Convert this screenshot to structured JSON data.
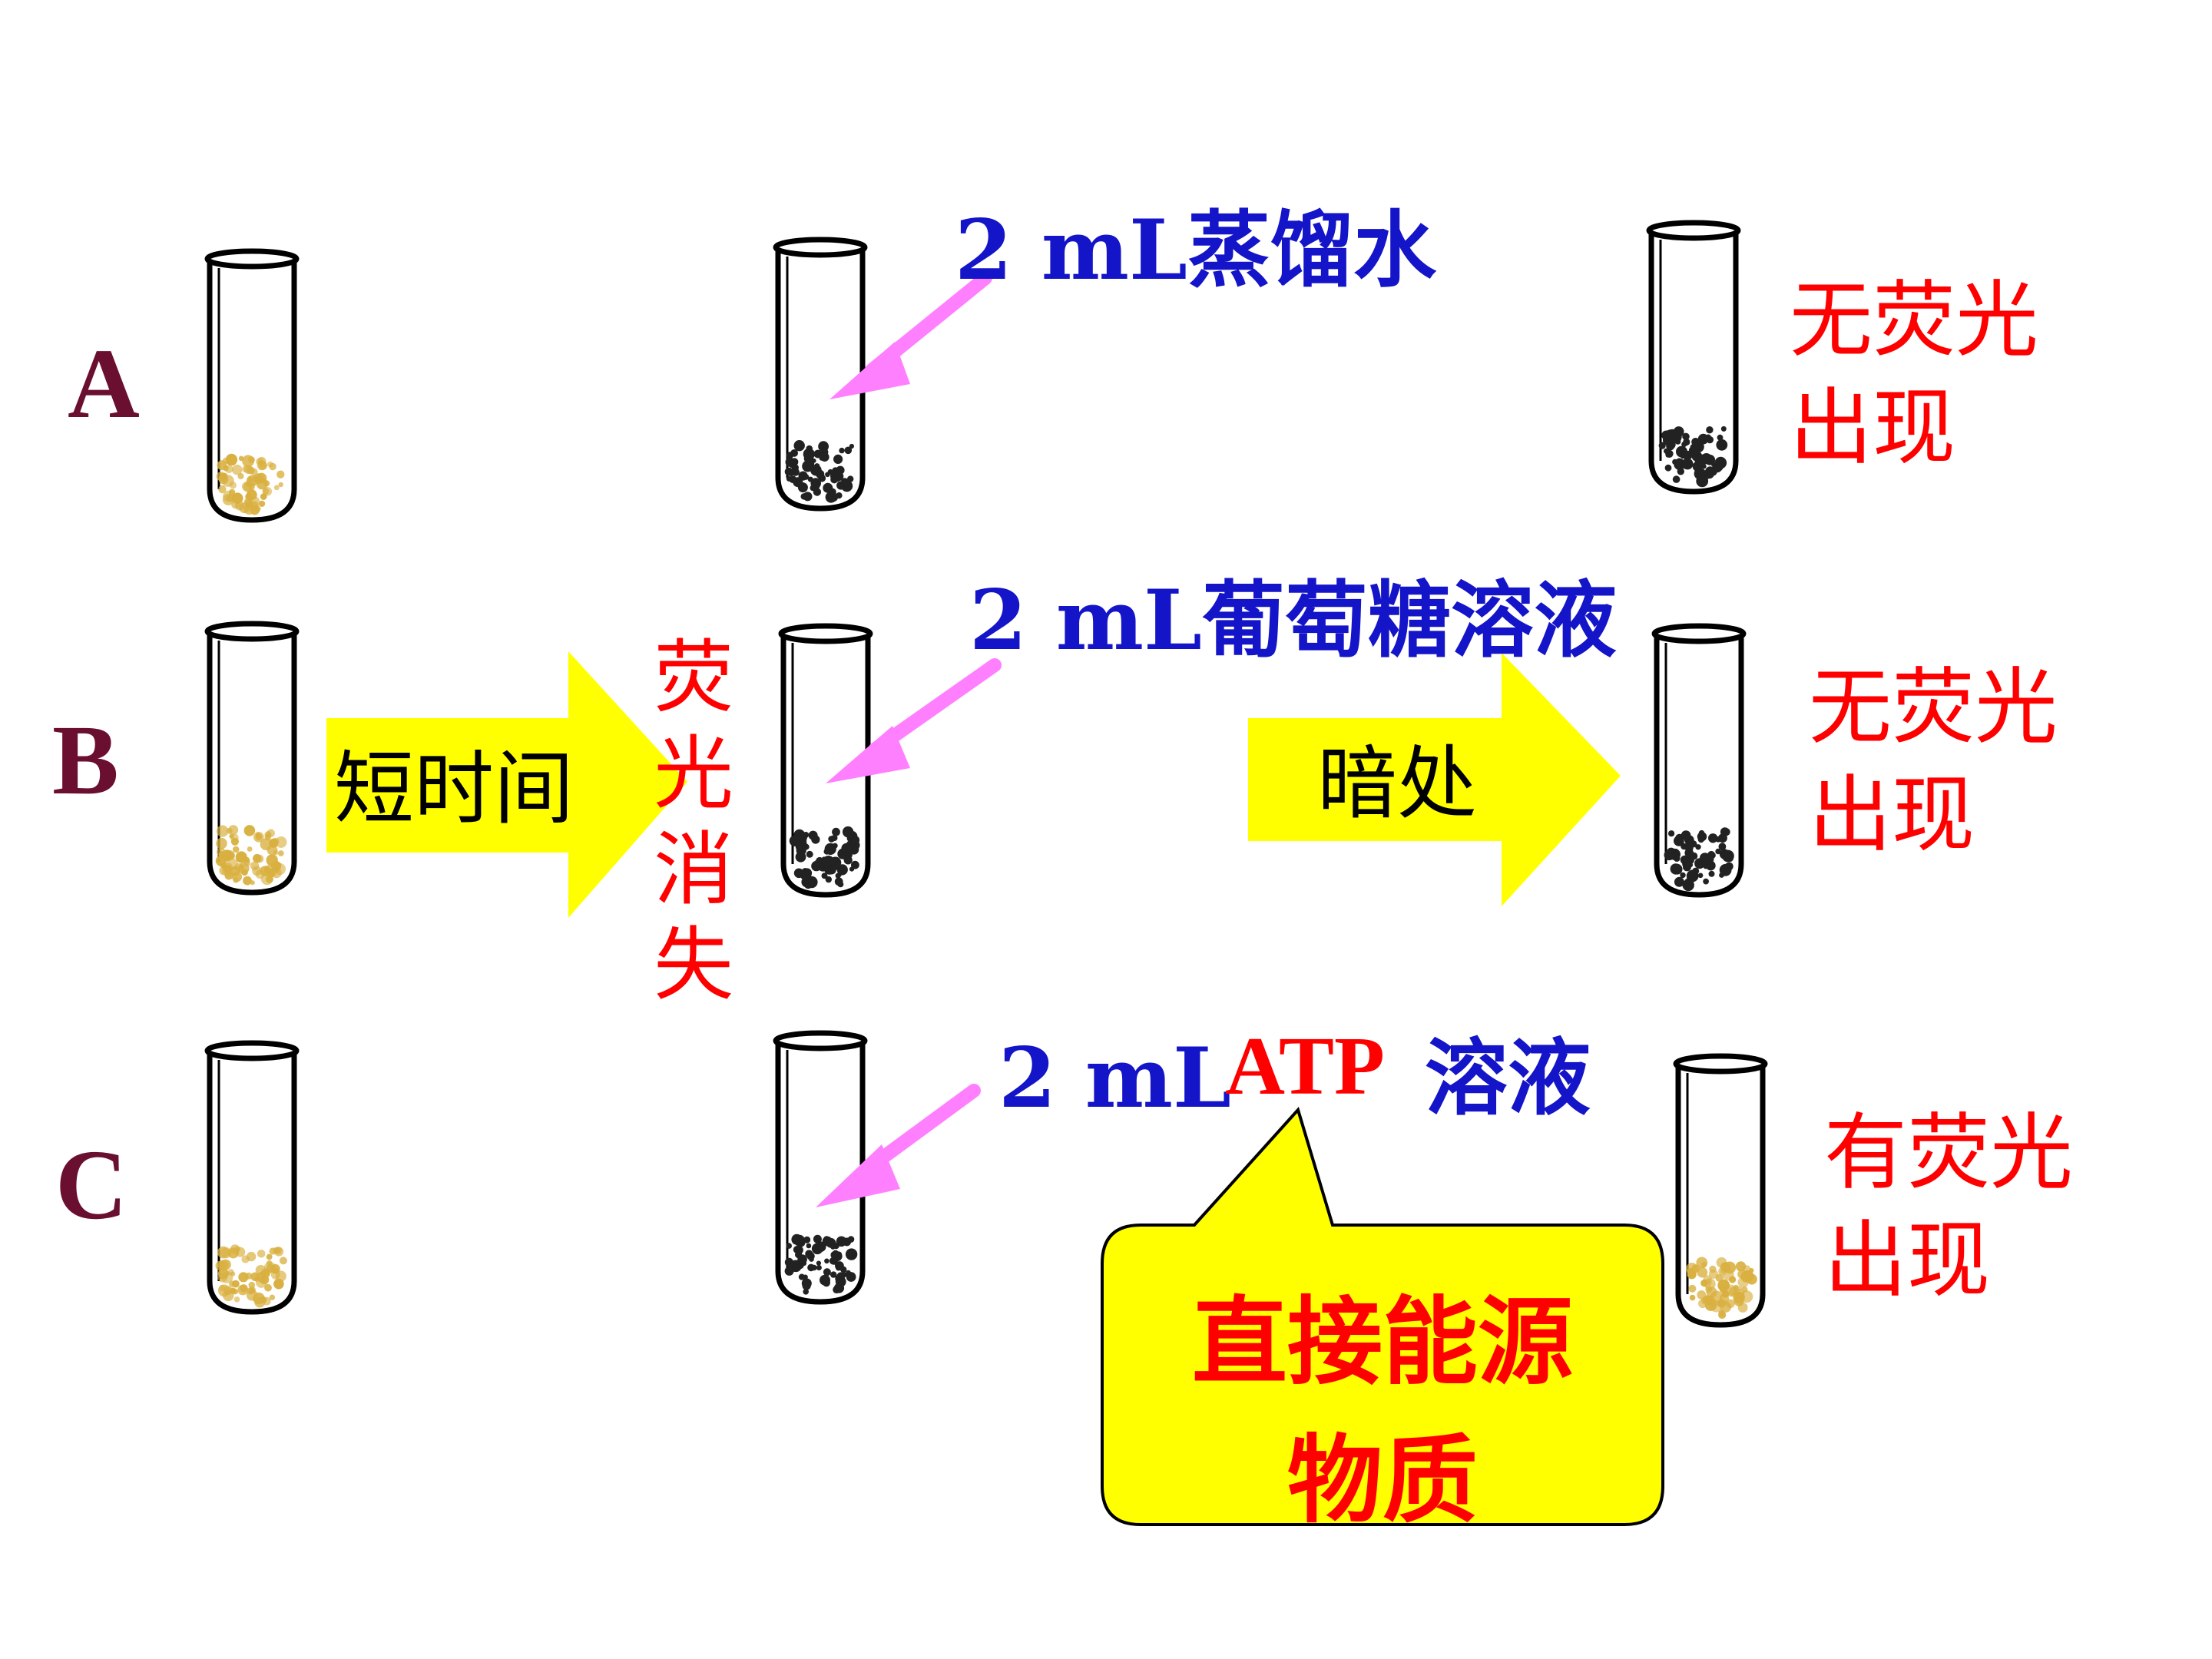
{
  "rows": {
    "a": "A",
    "b": "B",
    "c": "C"
  },
  "arrows": {
    "short_time": "短时间",
    "dark": "暗处"
  },
  "fluorescence_gone": "荧光消失",
  "reagents": {
    "water": "2 mL蒸馏水",
    "glucose": "2 mL葡萄糖溶液",
    "atp_prefix": "2 mL",
    "atp_name": "ATP",
    "atp_suffix": "溶液"
  },
  "results": {
    "a_line1": "无荧光",
    "a_line2": "出现",
    "b_line1": "无荧光",
    "b_line2": "出现",
    "c_line1": "有荧光",
    "c_line2": "出现"
  },
  "callout": {
    "line1": "直接能源",
    "line2": "物质"
  },
  "colors": {
    "row_label": "#6a0f30",
    "reagent_text": "#1414c8",
    "result_text": "#ff0000",
    "pointer_arrow": "#ff80ff",
    "big_arrow": "#ffff00",
    "callout_fill": "#ffff00",
    "yellow_particles": "#d9b040",
    "dark_particles": "#222222"
  },
  "icons": [
    "test-tube",
    "magenta-pointer-arrow",
    "yellow-block-arrow",
    "speech-callout"
  ]
}
